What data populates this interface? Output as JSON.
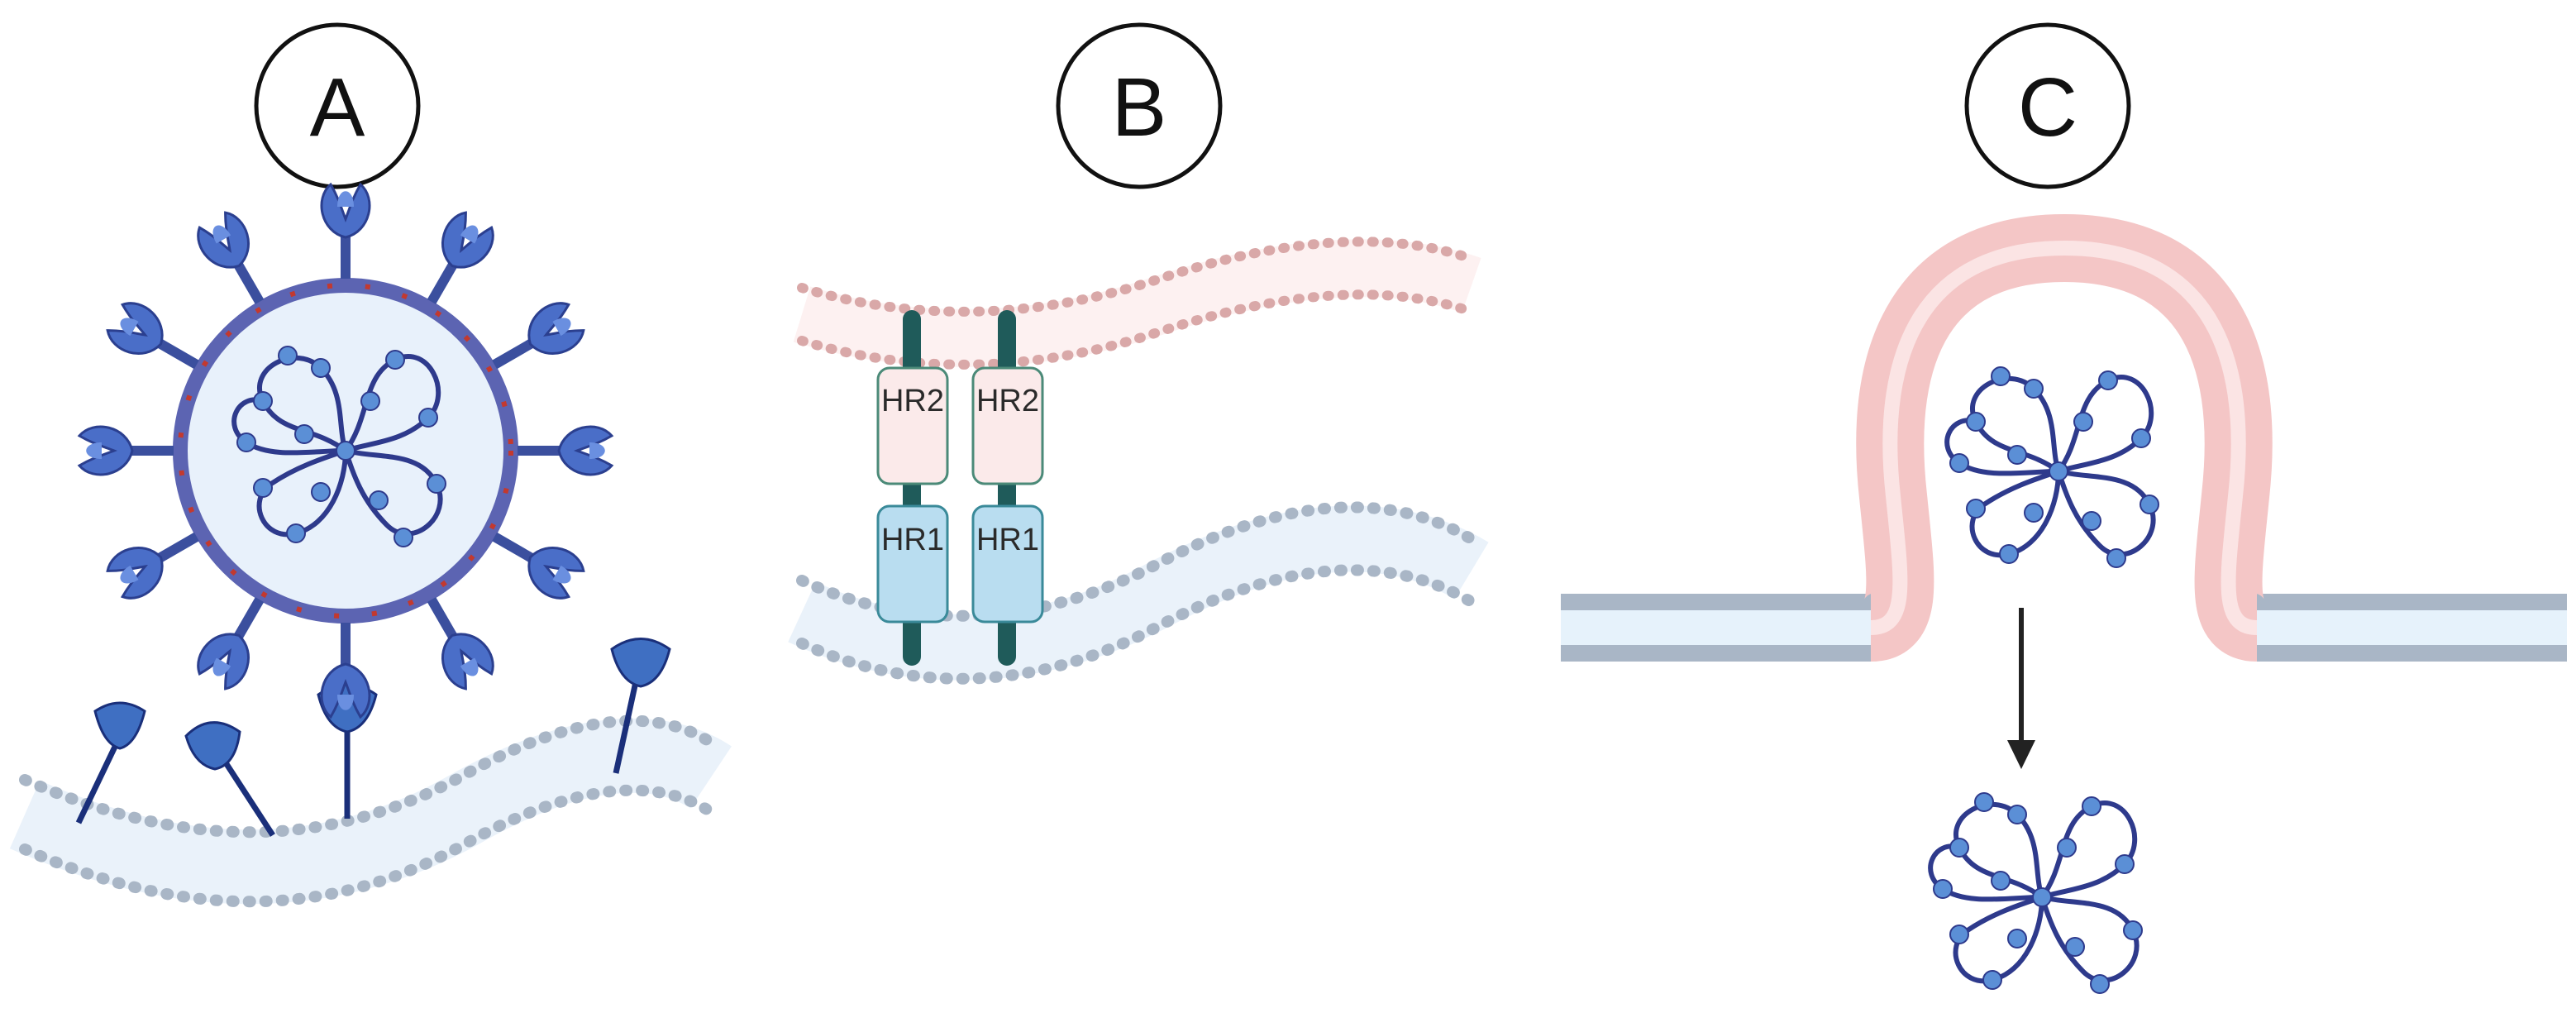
{
  "panels": [
    {
      "id": "A",
      "label": "A"
    },
    {
      "id": "B",
      "label": "B",
      "domains": [
        "HR2",
        "HR1"
      ]
    },
    {
      "id": "C",
      "label": "C"
    }
  ],
  "colors": {
    "virus_envelope": "#5c64b2",
    "virus_interior": "#e8f1fb",
    "spike": "#4a6ec8",
    "rna": "#2e3a8c",
    "rna_bead": "#5b8fd6",
    "membrane_head": "#a9b6c6",
    "host_membrane_pink": "#f1bcbc",
    "hr2_fill": "#fbeaea",
    "hr1_fill": "#b9ddf0",
    "fusion_peptide": "#1f5b5a"
  }
}
